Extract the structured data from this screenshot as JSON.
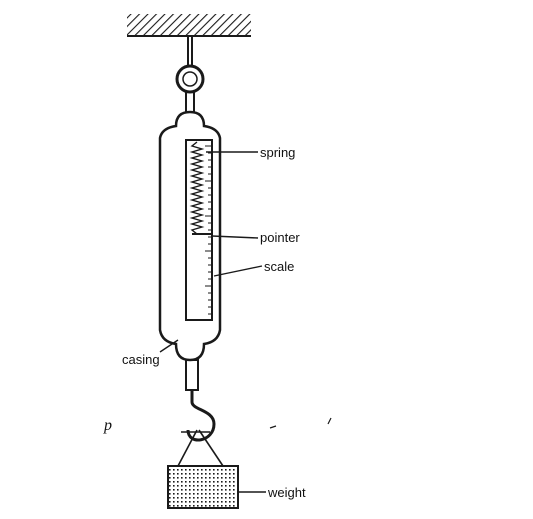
{
  "labels": {
    "spring": "spring",
    "pointer": "pointer",
    "scale": "scale",
    "casing": "casing",
    "weight": "weight",
    "p": "p"
  },
  "colors": {
    "ink": "#1a1a1a",
    "background": "#ffffff"
  }
}
